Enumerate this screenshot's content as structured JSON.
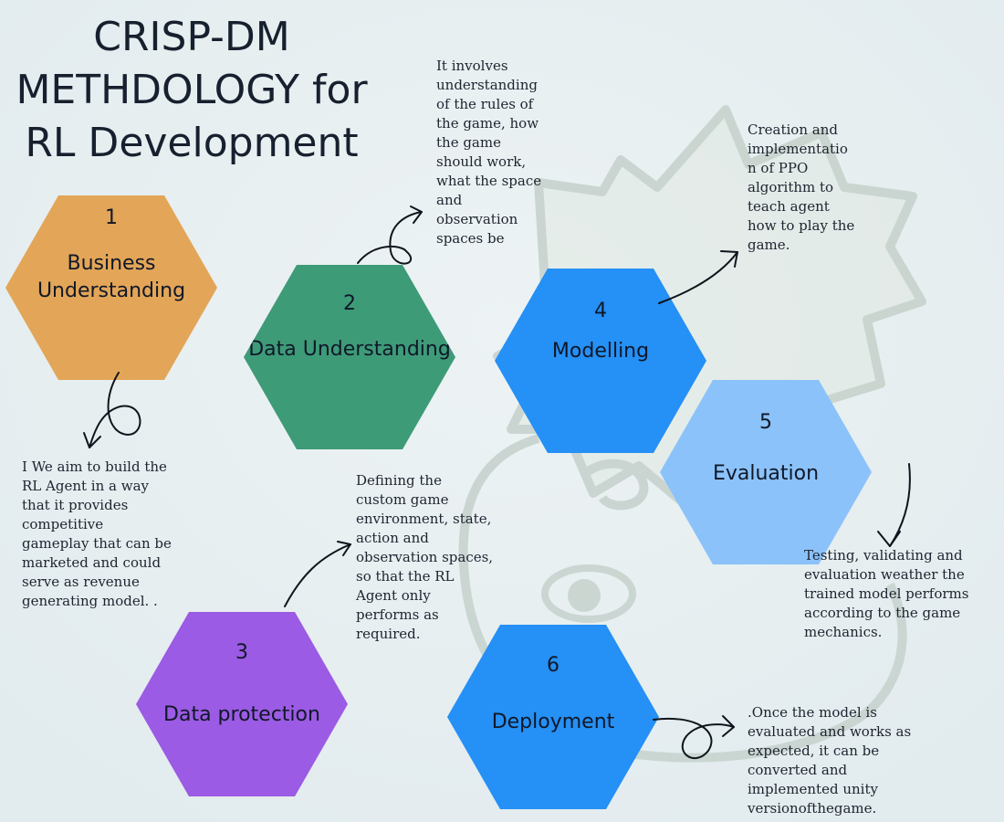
{
  "title": {
    "line1": "CRISP-DM",
    "line2": "METHDOLOGY for",
    "line3": "RL Development"
  },
  "stages": [
    {
      "number": "1",
      "label": "Business\nUnderstanding",
      "color": "#e3a557"
    },
    {
      "number": "2",
      "label": "Data Understanding",
      "color": "#3e9b78"
    },
    {
      "number": "3",
      "label": "Data protection",
      "color": "#9b5be4"
    },
    {
      "number": "4",
      "label": "Modelling",
      "color": "#2590f5"
    },
    {
      "number": "5",
      "label": "Evaluation",
      "color": "#8bc2f9"
    },
    {
      "number": "6",
      "label": "Deployment",
      "color": "#2590f5"
    }
  ],
  "descriptions": {
    "business": "I We aim to build the\nRL Agent in a way\nthat it provides\ncompetitive\ngameplay that can be\nmarketed and could\nserve as revenue\ngenerating model. .",
    "data_understanding": "It involves\nunderstanding\nof the rules of\nthe game, how\nthe game\nshould work,\nwhat the space\nand\nobservation\nspaces be",
    "data_protection": "Defining the\ncustom game\nenvironment, state,\naction and\nobservation spaces,\nso that the RL\nAgent only\nperforms as\nrequired.",
    "modelling": "Creation and\nimplementatio\nn of PPO\nalgorithm to\nteach agent\nhow to play the\ngame.",
    "evaluation": "Testing, validating and\nevaluation weather the\ntrained model performs\naccording to the game\nmechanics.",
    "deployment": ".Once the model is\nevaluated and works as\nexpected, it can be\nconverted and\nimplemented unity\nversionofthegame."
  }
}
